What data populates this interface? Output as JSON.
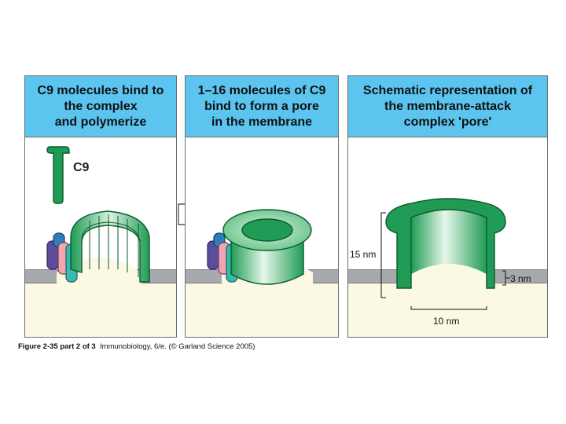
{
  "panels": [
    {
      "header": "C9 molecules bind to\nthe complex\nand polymerize",
      "label": "C9"
    },
    {
      "header": "1–16 molecules of C9\nbind to form a pore\nin the membrane"
    },
    {
      "header": "Schematic representation of\nthe membrane-attack\ncomplex 'pore'",
      "dimensions": {
        "height": "15 nm",
        "membrane": "3 nm",
        "width": "10 nm"
      }
    }
  ],
  "caption": {
    "figure": "Figure 2-35 part 2 of 3",
    "source": "Immunobiology, 6/e. (© Garland Science 2005)"
  },
  "colors": {
    "header": "#5cc5ef",
    "cytoplasm": "#fbf9e3",
    "membrane": "#a7a9ac",
    "c9_green": "#1f9b55",
    "c9_light": "#bfe8cc"
  },
  "icons": [
    "outline-arrow-icon"
  ]
}
